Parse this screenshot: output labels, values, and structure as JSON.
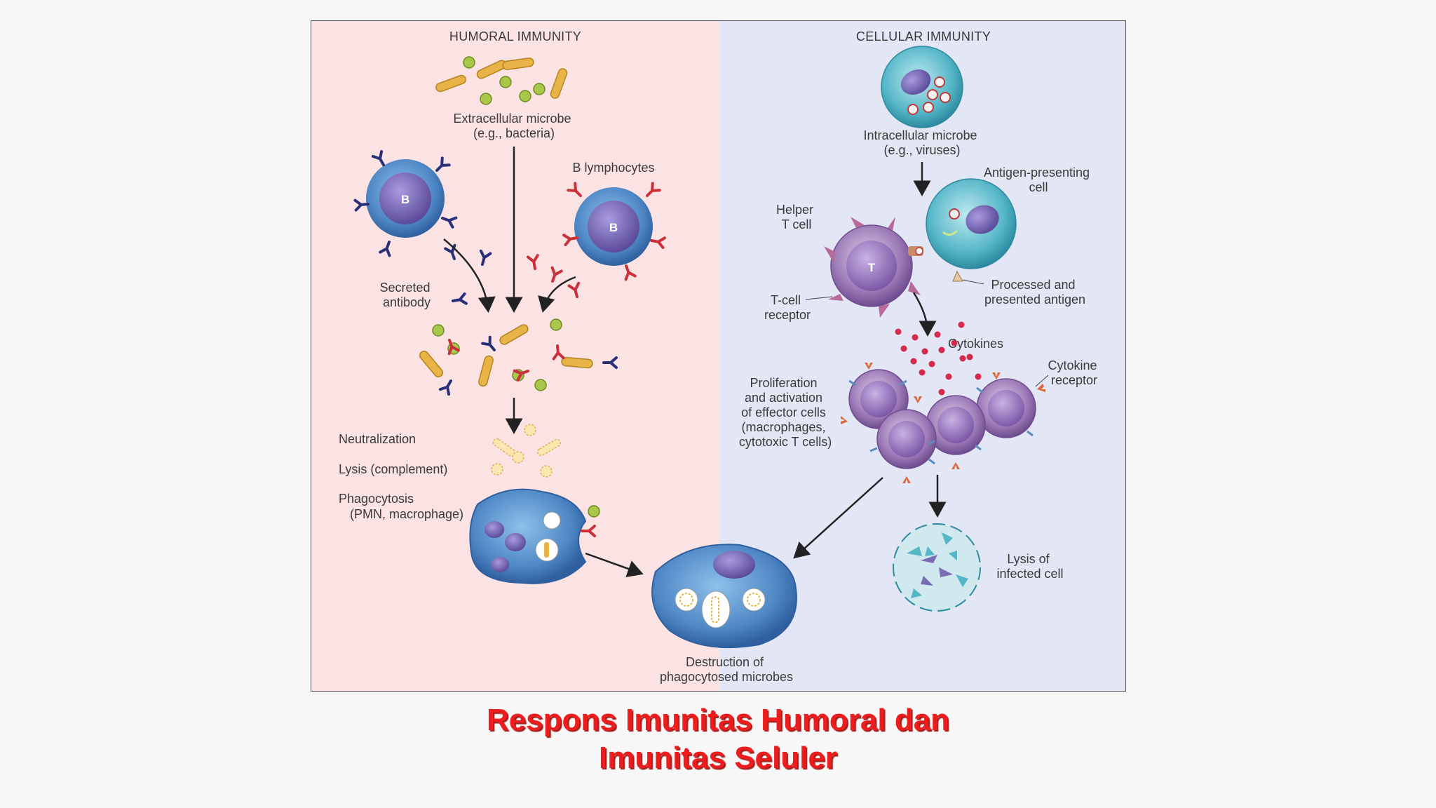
{
  "diagram": {
    "headers": {
      "humoral": "HUMORAL IMMUNITY",
      "cellular": "CELLULAR IMMUNITY"
    },
    "labels": {
      "extracellular_microbe": [
        "Extracellular microbe",
        "(e.g., bacteria)"
      ],
      "b_lymphocytes": "B lymphocytes",
      "b_cell_letter": "B",
      "secreted_antibody": [
        "Secreted",
        "antibody"
      ],
      "neutralization": "Neutralization",
      "lysis_complement": "Lysis (complement)",
      "phagocytosis": [
        "Phagocytosis",
        "(PMN, macrophage)"
      ],
      "intracellular_microbe": [
        "Intracellular microbe",
        "(e.g., viruses)"
      ],
      "antigen_presenting_cell": [
        "Antigen-presenting",
        "cell"
      ],
      "helper_t_cell": [
        "Helper",
        "T cell"
      ],
      "t_cell_letter": "T",
      "t_cell_receptor": [
        "T-cell",
        "receptor"
      ],
      "processed_antigen": [
        "Processed and",
        "presented antigen"
      ],
      "cytokines": "Cytokines",
      "cytokine_receptor": [
        "Cytokine",
        "receptor"
      ],
      "proliferation": [
        "Proliferation",
        "and activation",
        "of effector cells",
        "(macrophages,",
        "cytotoxic T cells)"
      ],
      "lysis_infected": [
        "Lysis of",
        "infected cell"
      ],
      "destruction": [
        "Destruction of",
        "phagocytosed microbes"
      ]
    },
    "colors": {
      "humoral_bg": "#fce3e3",
      "cellular_bg": "#e3e6f4",
      "cell_blue": "#4f88c6",
      "nucleus_purple": "#7b6bb3",
      "antibody_navy": "#2a2f7a",
      "antibody_red": "#c9303a",
      "bacteria_yellow": "#e8b447",
      "cytokine_red": "#d72a4a"
    }
  },
  "caption": {
    "line1": "Respons Imunitas Humoral dan",
    "line2": "Imunitas Seluler"
  }
}
